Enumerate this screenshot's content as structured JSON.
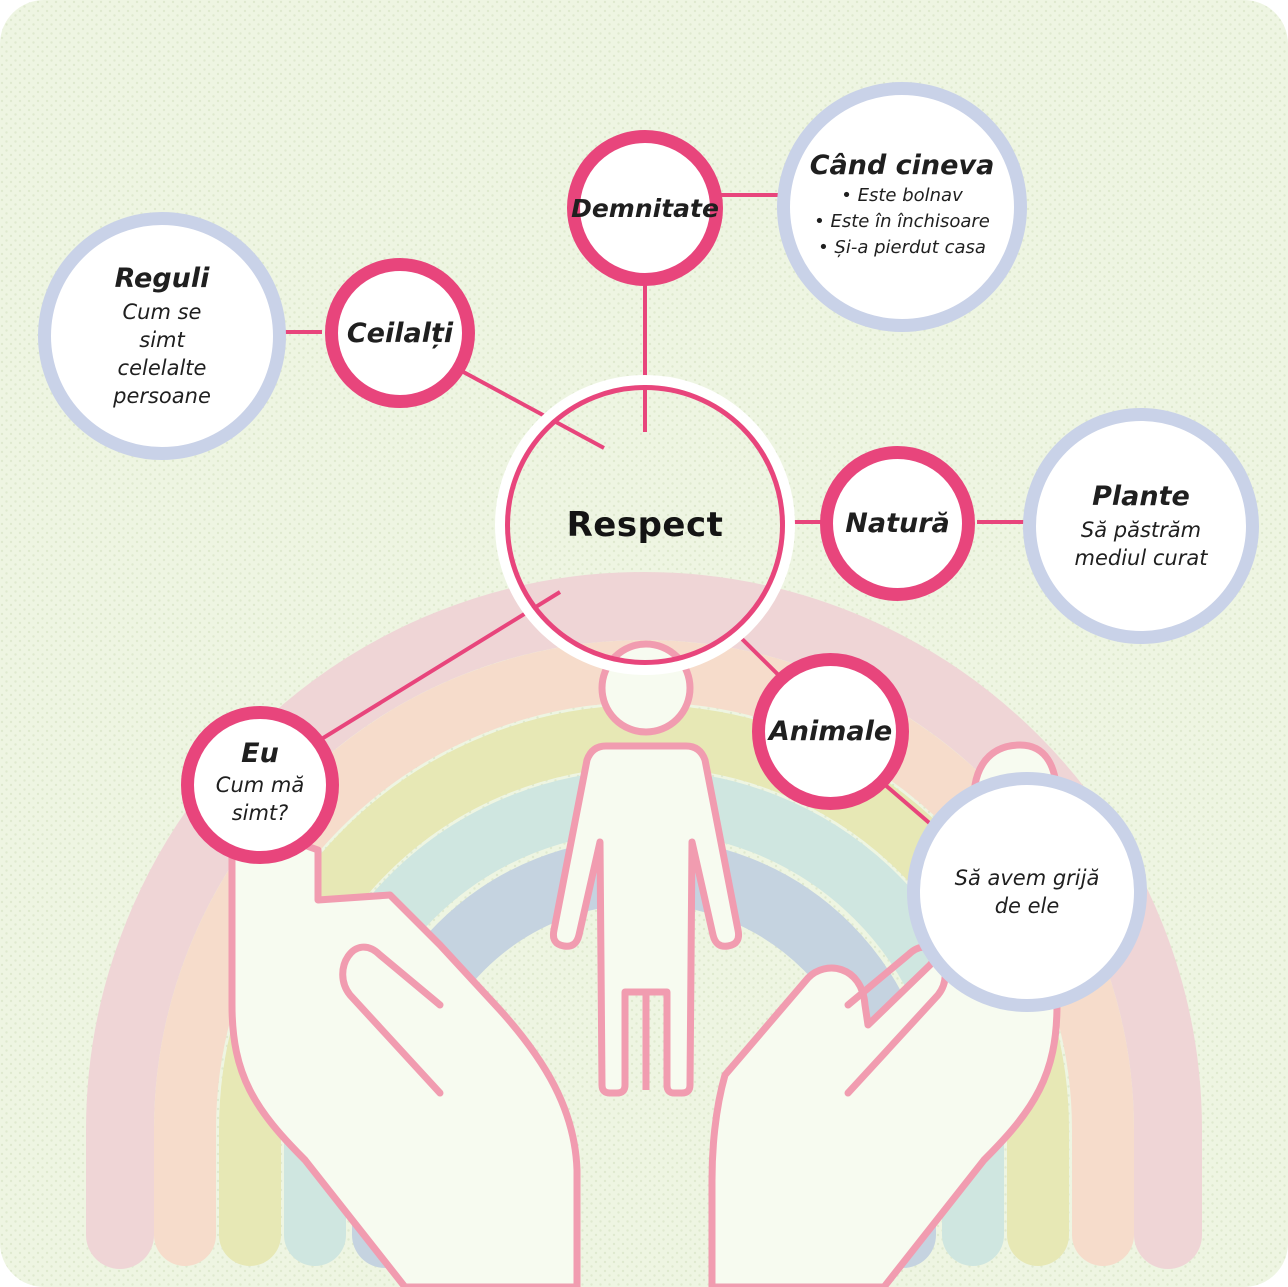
{
  "center": {
    "label": "Respect"
  },
  "nodes": {
    "demnitate": {
      "label": "Demnitate"
    },
    "ceilalti": {
      "label": "Ceilalți"
    },
    "natura": {
      "label": "Natură"
    },
    "animale": {
      "label": "Animale"
    },
    "eu": {
      "label": "Eu",
      "text": "Cum mă simt?"
    }
  },
  "details": {
    "cand_cineva": {
      "title": "Când cineva",
      "items": [
        "• Este bolnav",
        "• Este în închisoare",
        "• Și-a pierdut casa"
      ]
    },
    "reguli": {
      "title": "Reguli",
      "text": "Cum se simt celelalte persoane"
    },
    "plante": {
      "title": "Plante",
      "text": "Să păstrăm mediul curat"
    },
    "grija": {
      "text": "Să avem grijă de ele"
    }
  },
  "colors": {
    "pink_accent": "#e8457c",
    "blue_ring": "#c9d2e8",
    "background": "#eef5e2",
    "rainbow": [
      "#efd5d6",
      "#f6dccb",
      "#e7e8b5",
      "#cfe6e0",
      "#c5d3e0"
    ],
    "hands": "#f7fbf0",
    "hand_outline": "#f19cb0"
  },
  "icons": [
    "person-icon",
    "hands-icon",
    "rainbow-illustration"
  ]
}
